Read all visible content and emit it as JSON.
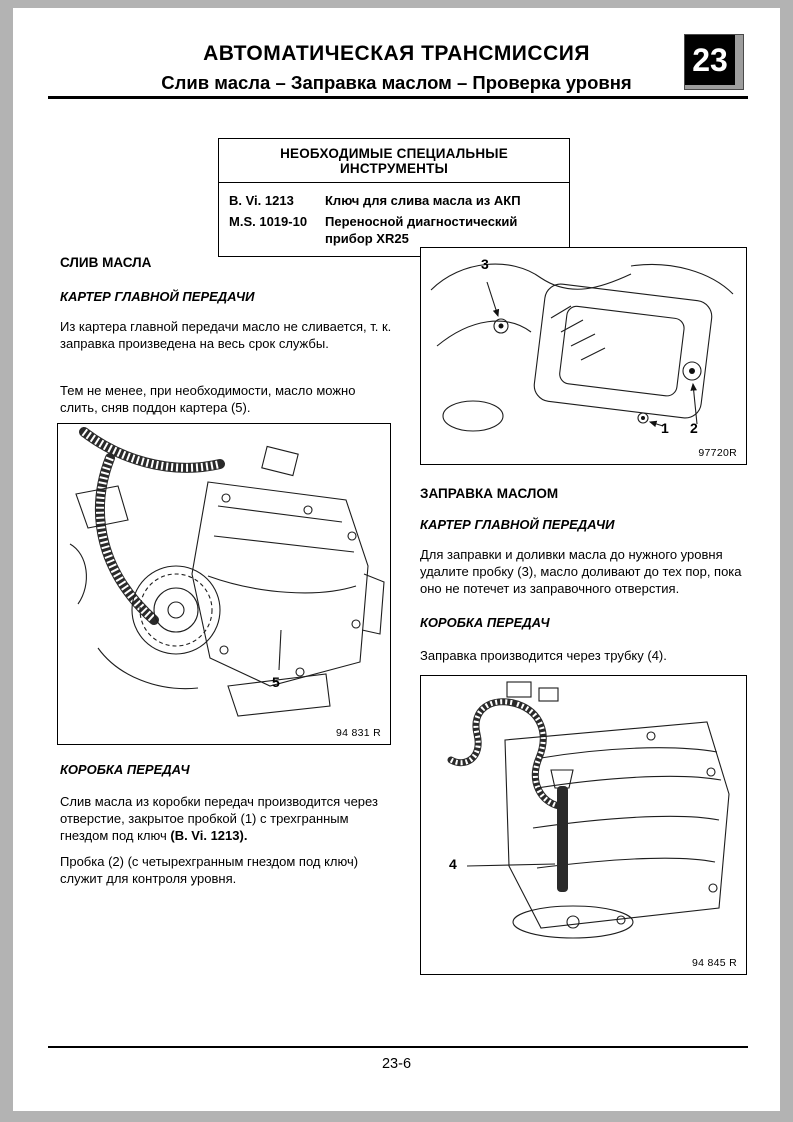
{
  "page": {
    "title_line1": "АВТОМАТИЧЕСКАЯ ТРАНСМИССИЯ",
    "title_line2": "Слив масла – Заправка маслом – Проверка уровня",
    "chapter_badge": "23",
    "page_number": "23-6"
  },
  "tools_table": {
    "header": "НЕОБХОДИМЫЕ СПЕЦИАЛЬНЫЕ ИНСТРУМЕНТЫ",
    "rows": [
      {
        "code": "B. Vi. 1213",
        "desc": "Ключ для слива масла из АКП"
      },
      {
        "code": "M.S. 1019-10",
        "desc": "Переносной диагностический прибор XR25"
      }
    ]
  },
  "left": {
    "h1": "СЛИВ МАСЛА",
    "h2": "КАРТЕР ГЛАВНОЙ ПЕРЕДАЧИ",
    "p1": "Из картера главной передачи масло не сливается, т. к. заправка произведена на весь срок службы.",
    "p2": "Тем не менее, при необходимости, масло можно слить, сняв поддон картера (5).",
    "fig1": {
      "part_label": "5",
      "caption": "94 831 R"
    },
    "h3": "КОРОБКА ПЕРЕДАЧ",
    "p3": "Слив масла из коробки передач производится через отверстие, закрытое пробкой (1) с трехгранным гнездом под ключ ",
    "p3_bold": "(B. Vi. 1213).",
    "p4": "Пробка (2) (с четырехгранным гнездом под ключ) служит для контроля уровня."
  },
  "right": {
    "fig2": {
      "label_3": "3",
      "label_1": "1",
      "label_2": "2",
      "caption": "97720R"
    },
    "h1": "ЗАПРАВКА МАСЛОМ",
    "h2": "КАРТЕР ГЛАВНОЙ ПЕРЕДАЧИ",
    "p1": "Для заправки и доливки масла до нужного уровня удалите пробку (3), масло доливают до тех пор, пока оно не потечет из заправочного отверстия.",
    "h3": "КОРОБКА ПЕРЕДАЧ",
    "p2": "Заправка производится через трубку (4).",
    "fig3": {
      "part_label": "4",
      "caption": "94 845 R"
    }
  }
}
